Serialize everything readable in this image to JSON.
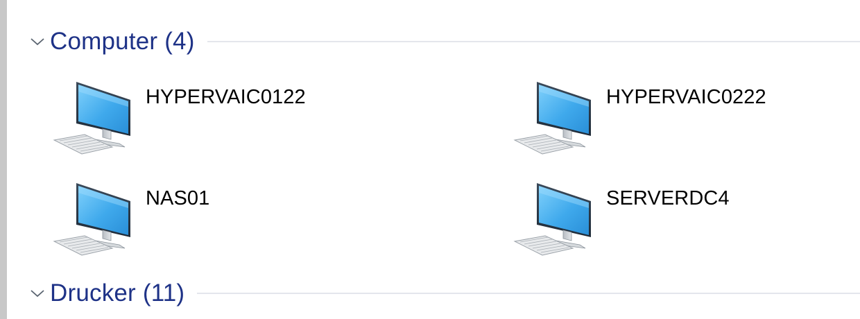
{
  "groups": {
    "computer": {
      "title": "Computer (4)",
      "items": [
        {
          "name": "HYPERVAIC0122",
          "icon": "computer-icon"
        },
        {
          "name": "HYPERVAIC0222",
          "icon": "computer-icon"
        },
        {
          "name": "NAS01",
          "icon": "computer-icon"
        },
        {
          "name": "SERVERDC4",
          "icon": "computer-icon"
        }
      ]
    },
    "printer": {
      "title": "Drucker (11)"
    }
  },
  "icons": {
    "chevron": "chevron-down-icon"
  },
  "colors": {
    "group_title": "#1e3287",
    "group_line": "#e4e6ec",
    "monitor_screen": "#3fa9ec",
    "left_border": "#c8c8c8"
  }
}
